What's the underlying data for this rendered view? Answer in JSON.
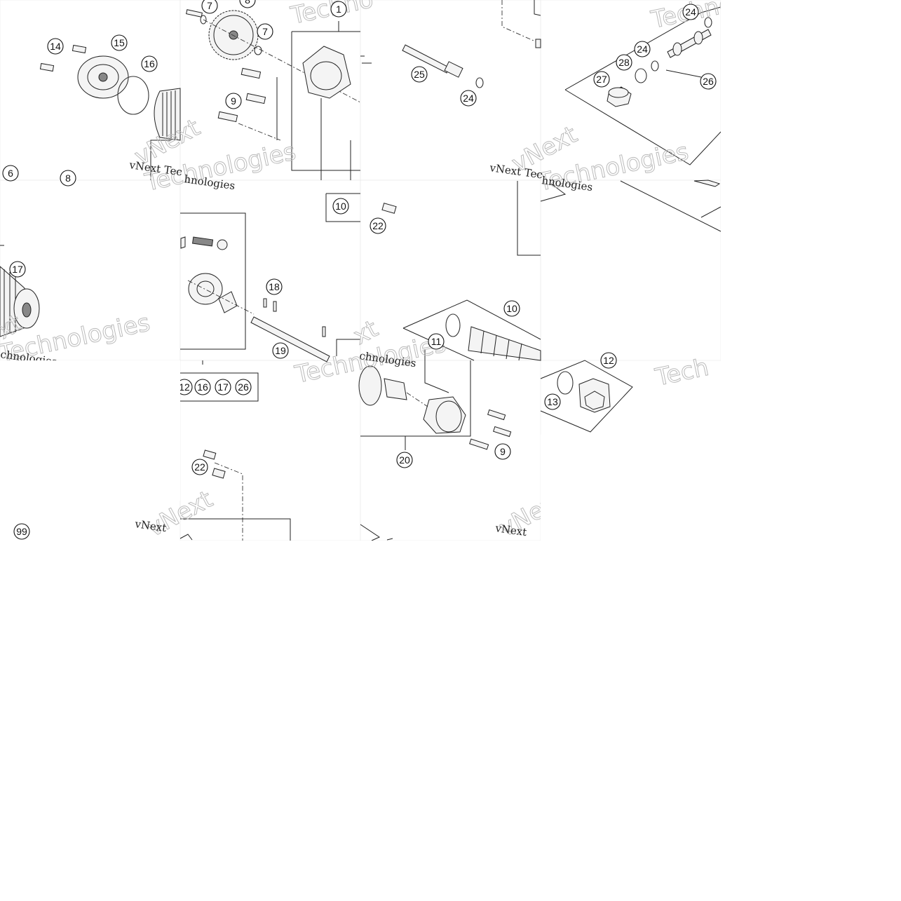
{
  "watermarks": {
    "brand_serif": "vNext Technologies",
    "brand_outline": "Technologies",
    "fragment_vnext": "vNext",
    "fragment_vnext_tec": "vNext Tec",
    "fragment_chnologies": "chnologies",
    "fragment_hnologies": "hnologies",
    "fragment_techno": "Techno",
    "fragment_tech": "Tech",
    "fragment_xt": "xt"
  },
  "callouts": {
    "c1": "1",
    "c6": "6",
    "c7a": "7",
    "c7b": "7",
    "c8a": "8",
    "c8b": "8",
    "c9a": "9",
    "c9b": "9",
    "c10a": "10",
    "c10b": "10",
    "c11": "11",
    "c12a": "12",
    "c12b": "12",
    "c13": "13",
    "c14": "14",
    "c15": "15",
    "c16a": "16",
    "c16b": "16",
    "c17a": "17",
    "c17b": "17",
    "c18": "18",
    "c19": "19",
    "c20": "20",
    "c22a": "22",
    "c22b": "22",
    "c24a": "24",
    "c24b": "24",
    "c24c": "24",
    "c25": "25",
    "c26a": "26",
    "c26b": "26",
    "c27": "27",
    "c28": "28",
    "c99": "99"
  },
  "colors": {
    "line": "#222222",
    "background": "#ffffff",
    "watermark": "#bbbbbb"
  }
}
